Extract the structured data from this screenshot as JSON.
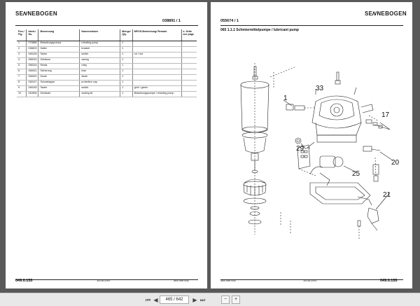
{
  "left_page": {
    "header_number": "038891 / 1",
    "columns": [
      "Pos./ Fig.",
      "Ident./ No.",
      "Benennung",
      "Nomenclature",
      "Menge/ Qty.",
      "MPOS-Bemerkung/ Remark",
      "s. Seite see page"
    ],
    "rows": [
      [
        "1",
        "079888",
        "Betankungspumpe",
        "refueling pump",
        "1",
        "",
        ""
      ],
      [
        "2",
        "038603",
        "Halter",
        "bracket",
        "1",
        "",
        ""
      ],
      [
        "3",
        "048148",
        "Taster",
        "switch",
        "1",
        "rot / red",
        ""
      ],
      [
        "4",
        "058315",
        "Gehäuse",
        "casing",
        "1",
        "",
        ""
      ],
      [
        "5",
        "058316",
        "Relais",
        "relay",
        "1",
        "",
        ""
      ],
      [
        "6",
        "054621",
        "Sicherung",
        "fuse",
        "1",
        "",
        ""
      ],
      [
        "7",
        "054622",
        "Diode",
        "diode",
        "1",
        "",
        ""
      ],
      [
        "8",
        "048147",
        "Schutzkappe",
        "protective cap",
        "1",
        "",
        ""
      ],
      [
        "9",
        "048145",
        "Taster",
        "switch",
        "1",
        "grün / green",
        ""
      ],
      [
        "10",
        "042806",
        "Dichtsatz",
        "sealing kit",
        "1",
        "Betankungspumpe / refueling pump",
        ""
      ]
    ],
    "footer_code": "049.0.155",
    "footer_date": "15.05.2007",
    "footer_page": "465 von 642"
  },
  "right_page": {
    "header_number": "055674 / 1",
    "title": "065 1.1.1     Schmiermittelpumpe / lubricant pump",
    "callouts": [
      "1",
      "33",
      "17",
      "29",
      "25",
      "20",
      "21"
    ],
    "footer_page": "466 von 642",
    "footer_date": "15.05.2007",
    "footer_code": "049.0.155"
  },
  "brand": {
    "logo": "SENNEBOGEN"
  },
  "toolbar": {
    "page_value": "465 / 642",
    "icons": [
      "first-page-icon",
      "prev-page-icon",
      "next-page-icon",
      "last-page-icon",
      "zoom-out-icon",
      "zoom-in-icon"
    ]
  }
}
